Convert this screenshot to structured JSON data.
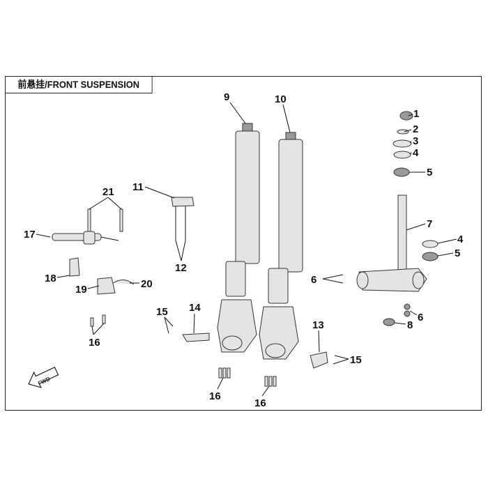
{
  "title": "前悬挂/FRONT SUSPENSION",
  "fwd_icon_text": "FWD",
  "callouts": [
    "1",
    "2",
    "3",
    "4",
    "5",
    "7",
    "4",
    "5",
    "6",
    "6",
    "8",
    "9",
    "10",
    "11",
    "12",
    "21",
    "17",
    "18",
    "19",
    "20",
    "16",
    "15",
    "14",
    "16",
    "16",
    "13",
    "15"
  ]
}
